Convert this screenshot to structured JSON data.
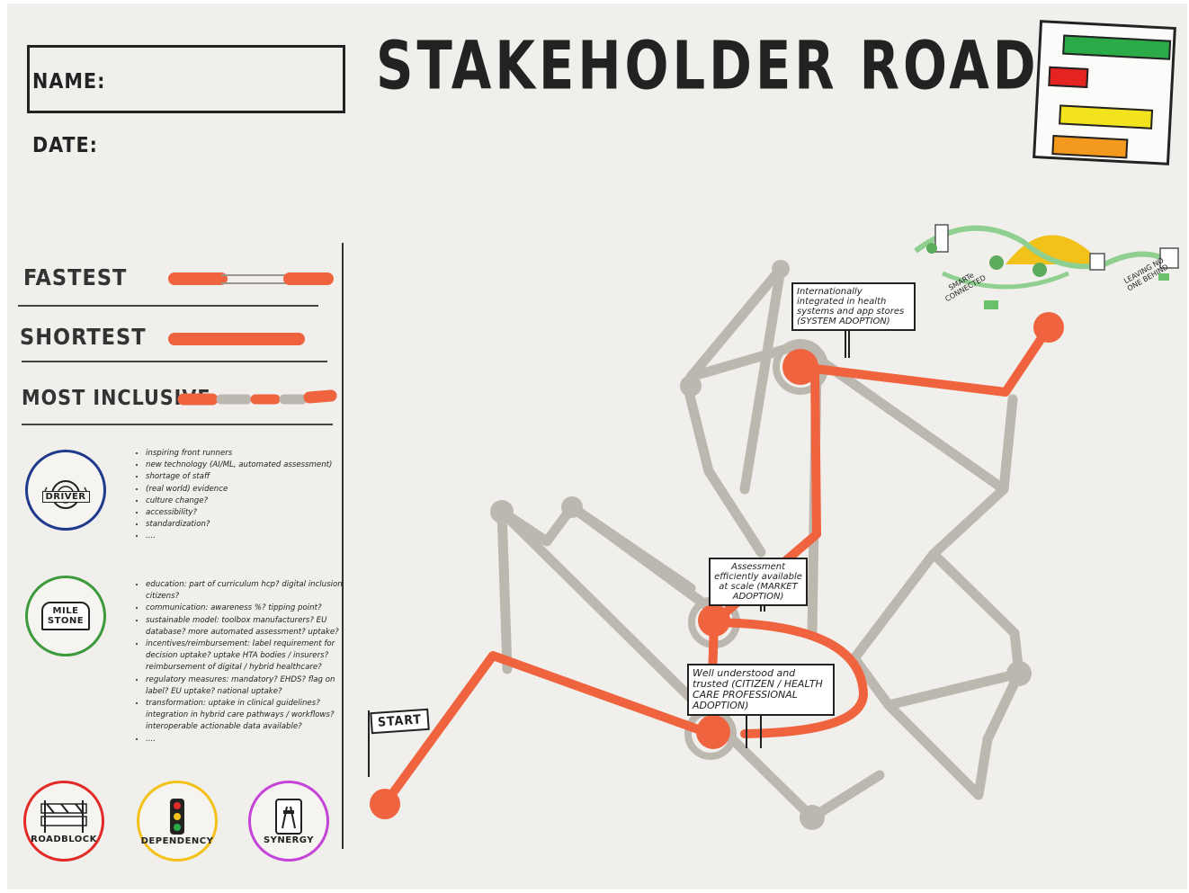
{
  "header": {
    "name_label": "NAME:",
    "date_label": "DATE:",
    "title": "STAKEHOLDER ROADMAP"
  },
  "legend_doc": {
    "bars": [
      {
        "color": "#2bab48"
      },
      {
        "color": "#e52321"
      },
      {
        "color": "#f2e31c"
      },
      {
        "color": "#f39a1e"
      }
    ]
  },
  "routes": [
    {
      "label": "FASTEST",
      "style": "fastest"
    },
    {
      "label": "SHORTEST",
      "style": "shortest"
    },
    {
      "label": "MOST INCLUSIVE",
      "style": "inclusive"
    }
  ],
  "driver": {
    "icon_label": "DRIVER",
    "ring_color": "#1f3a8c",
    "items": [
      "inspiring front runners",
      "new technology (AI/ML, automated assessment)",
      "shortage of staff",
      "(real world) evidence",
      "culture change?",
      "accessibility?",
      "standardization?",
      "...."
    ]
  },
  "milestone": {
    "icon_label_1": "MILE",
    "icon_label_2": "STONE",
    "ring_color": "#3c9a3c",
    "items": [
      "education: part of curriculum hcp? digital inclusion citizens?",
      "communication: awareness %? tipping point?",
      "sustainable model: toolbox manufacturers? EU database? more automated assessment? uptake?",
      "incentives/reimbursement: label requirement for decision uptake? uptake HTA bodies / insurers? reimbursement of digital / hybrid healthcare?",
      "regulatory measures: mandatory? EHDS? flag on label? EU uptake? national uptake?",
      "transformation: uptake in clinical guidelines? integration in hybrid care pathways / workflows? interoperable actionable data available?",
      "...."
    ]
  },
  "bottom_icons": [
    {
      "label": "ROADBLOCK",
      "ring_color": "#e22b26"
    },
    {
      "label": "DEPENDENCY",
      "ring_color": "#f2c21b"
    },
    {
      "label": "SYNERGY",
      "ring_color": "#c544d8"
    }
  ],
  "map": {
    "start_label": "START",
    "signs": [
      {
        "text": "Internationally integrated in health systems and app stores (SYSTEM ADOPTION)"
      },
      {
        "text": "Assessment efficiently available at scale (MARKET ADOPTION)"
      },
      {
        "text": "Well understood and trusted (CITIZEN / HEALTH CARE PROFESSIONAL ADOPTION)"
      }
    ],
    "destination": {
      "left_text": "SMARTe CONNECTED",
      "right_text": "LEAVING NO ONE BEHIND"
    },
    "colors": {
      "route": "#f0633f",
      "road": "#bcb8b0"
    }
  }
}
